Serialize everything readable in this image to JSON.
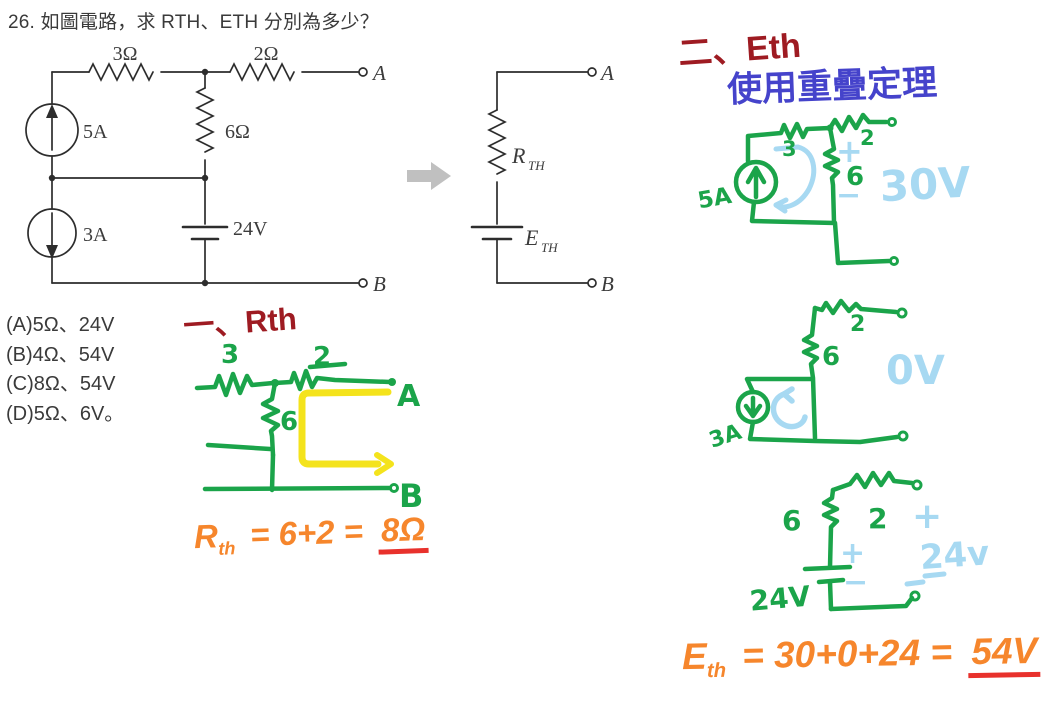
{
  "title": "26. 如圖電路，求 RTH、ETH 分別為多少？",
  "printed_circuit": {
    "r3": "3Ω",
    "r2": "2Ω",
    "r6": "6Ω",
    "i5": "5A",
    "i3": "3A",
    "v24": "24V",
    "terminal_a": "A",
    "terminal_b": "B"
  },
  "thevenin_circuit": {
    "r_label": "R",
    "r_sub": "TH",
    "e_label": "E",
    "e_sub": "TH",
    "terminal_a": "A",
    "terminal_b": "B"
  },
  "options": [
    {
      "label": "(A)5Ω、24V"
    },
    {
      "label": "(B)4Ω、54V"
    },
    {
      "label": "(C)8Ω、54V"
    },
    {
      "label": "(D)5Ω、6V。"
    }
  ],
  "handwriting": {
    "rth_heading": "一、Rth",
    "rth_sketch": {
      "r3": "3",
      "r2": "2",
      "r6": "6",
      "terminal_a": "A",
      "terminal_b": "B"
    },
    "rth_formula": {
      "lhs": "R",
      "sub": "th",
      "mid": "= 6+2 =",
      "result": "8Ω"
    },
    "eth_heading": "二、Eth",
    "method": "使用重疊定理",
    "circuit1": {
      "source": "5A",
      "r3": "3",
      "r2": "2",
      "r6": "6",
      "plus": "+",
      "minus": "−",
      "result": "30V"
    },
    "circuit2": {
      "source": "3A",
      "r2": "2",
      "r6": "6",
      "result": "0V"
    },
    "circuit3": {
      "r6": "6",
      "r2": "2",
      "battery": "24V",
      "plus": "+",
      "minus": "−",
      "right_plus": "+",
      "right_value": "24v"
    },
    "eth_formula": {
      "lhs": "E",
      "sub": "th",
      "mid": "= 30+0+24 =",
      "result": "54V"
    }
  },
  "colors": {
    "ink": "#3a3a3a",
    "circuit": "#2d2d2d",
    "gray_arrow": "#c0c0c0",
    "dark_red": "#9e1b22",
    "blue": "#4543cb",
    "green": "#1ba44a",
    "light_blue": "#a7d9f2",
    "yellow": "#f4e31c",
    "orange": "#f6862c",
    "underline_red": "#e8312c"
  }
}
